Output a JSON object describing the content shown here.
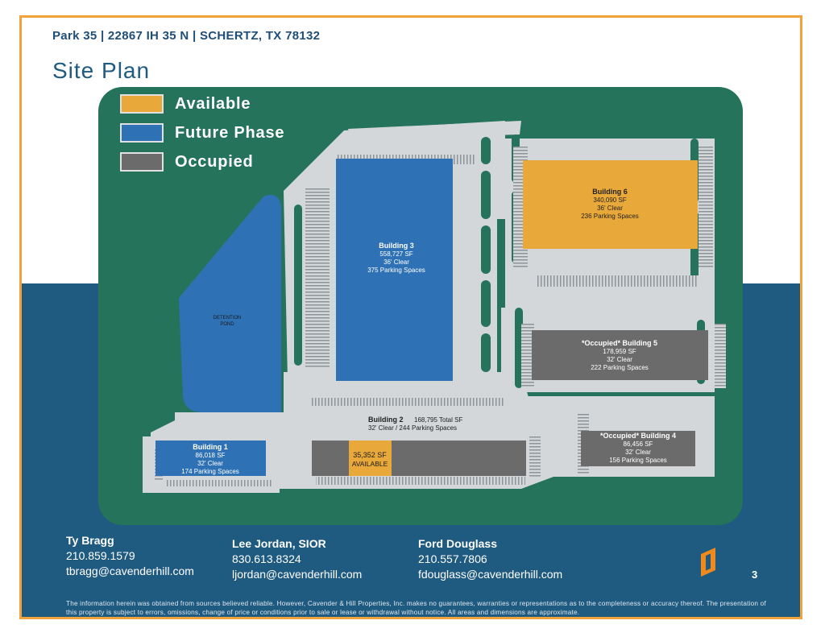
{
  "header": {
    "title": "Park 35 | 22867 IH 35 N | SCHERTZ, TX 78132"
  },
  "page_title": "Site Plan",
  "legend": [
    {
      "label": "Available",
      "color": "#e9a93a"
    },
    {
      "label": "Future Phase",
      "color": "#2e72b5"
    },
    {
      "label": "Occupied",
      "color": "#6b6b6b"
    }
  ],
  "buildings": {
    "b1": {
      "name": "Building 1",
      "sf": "86,018 SF",
      "clear": "32' Clear",
      "parking": "174 Parking Spaces"
    },
    "b2": {
      "name": "Building 2",
      "sf": "168,795 Total SF",
      "clear_parking": "32' Clear / 244 Parking Spaces",
      "available_sf": "35,352 SF",
      "available_label": "AVAILABLE"
    },
    "b3": {
      "name": "Building 3",
      "sf": "558,727 SF",
      "clear": "36' Clear",
      "parking": "375 Parking Spaces"
    },
    "b4": {
      "name": "*Occupied* Building 4",
      "sf": "86,456 SF",
      "clear": "32' Clear",
      "parking": "156 Parking Spaces"
    },
    "b5": {
      "name": "*Occupied* Building 5",
      "sf": "178,959 SF",
      "clear": "32' Clear",
      "parking": "222 Parking Spaces"
    },
    "b6": {
      "name": "Building 6",
      "sf": "340,090 SF",
      "clear": "36' Clear",
      "parking": "236 Parking Spaces"
    },
    "pond": {
      "line1": "DETENTION",
      "line2": "POND"
    }
  },
  "contacts": [
    {
      "name": "Ty Bragg",
      "phone": "210.859.1579",
      "email": "tbragg@cavenderhill.com"
    },
    {
      "name": "Lee Jordan, SIOR",
      "phone": "830.613.8324",
      "email": "ljordan@cavenderhill.com"
    },
    {
      "name": "Ford Douglass",
      "phone": "210.557.7806",
      "email": "fdouglass@cavenderhill.com"
    }
  ],
  "page_number": "3",
  "disclaimer": "The information herein was obtained from sources believed reliable. However, Cavender & Hill Properties, Inc. makes no guarantees, warranties or representations as to the completeness or accuracy thereof. The presentation of this property is subject to errors, omissions, change of price or conditions prior to sale or lease or withdrawal without notice. All areas and dimensions are approximate.",
  "colors": {
    "border": "#f2a23a",
    "band": "#1f5a80",
    "site_green": "#24735a",
    "pavement": "#d4d7d9"
  }
}
